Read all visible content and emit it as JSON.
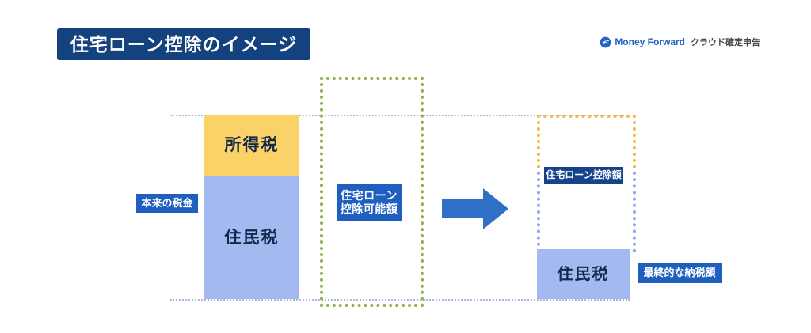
{
  "header": {
    "title": "住宅ローン控除のイメージ",
    "brand_name": "Money Forward",
    "brand_product": "クラウド確定申告",
    "brand_icon": "money-forward-swirl-icon"
  },
  "chart_data": {
    "type": "bar",
    "title": "住宅ローン控除のイメージ",
    "xlabel": "",
    "ylabel": "",
    "grid": true,
    "legend_position": "none",
    "categories": [
      "本来の税金",
      "住宅ローン控除可能額",
      "最終的な納税額"
    ],
    "series": [
      {
        "name": "所得税",
        "color": "#fbd268",
        "values": [
          77,
          0,
          0
        ]
      },
      {
        "name": "住民税",
        "color": "#a4b9ef",
        "values": [
          156,
          0,
          63
        ]
      },
      {
        "name": "住宅ローン控除可能額",
        "color": "#8cb347",
        "values": [
          0,
          283,
          0
        ]
      },
      {
        "name": "住宅ローン控除額",
        "color": "#8da8e8",
        "values": [
          0,
          0,
          170
        ]
      }
    ],
    "annotations": [
      "本来の税金",
      "住宅ローン控除可能額",
      "住宅ローン控除額",
      "最終的な納税額"
    ]
  },
  "before_column": {
    "income_tax_label": "所得税",
    "resident_tax_label": "住民税",
    "callout": "本来の税金"
  },
  "deductible_column": {
    "callout_line1": "住宅ローン",
    "callout_line2": "控除可能額"
  },
  "flow": {
    "arrow_icon": "right-arrow-icon"
  },
  "after_column": {
    "deduction_callout": "住宅ローン控除額",
    "resident_tax_label": "住民税",
    "final_tax_callout": "最終的な納税額"
  },
  "colors": {
    "title_bg": "#14427e",
    "income_tax": "#fbd268",
    "resident_tax": "#a4b9ef",
    "deductible_outline": "#8cb347",
    "income_deducted_outline": "#f5b942",
    "resident_deducted_outline": "#8da8e8",
    "badge_bg": "#1e5fc0",
    "arrow": "#2f6fc5",
    "guide_line": "#a8bada",
    "brand_blue": "#2563c4"
  }
}
